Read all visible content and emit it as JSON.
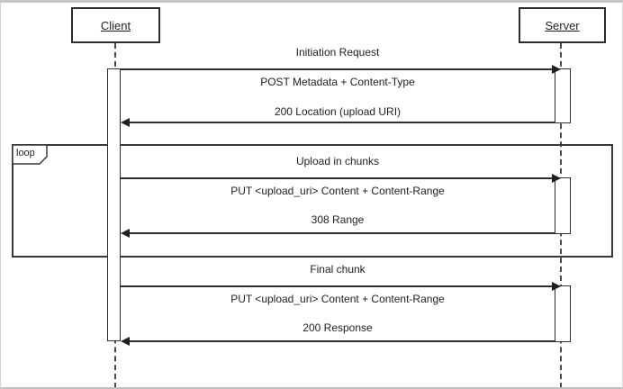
{
  "diagram": {
    "kind": "uml-sequence-diagram",
    "participants": [
      {
        "name": "Client"
      },
      {
        "name": "Server"
      }
    ],
    "loop_frame_label": "loop",
    "sections": [
      {
        "title": "Initiation Request",
        "request": "POST Metadata + Content-Type",
        "response": "200 Location (upload URI)"
      },
      {
        "title": "Upload in chunks",
        "request": "PUT <upload_uri> Content + Content-Range",
        "response": "308 Range"
      },
      {
        "title": "Final chunk",
        "request": "PUT <upload_uri> Content + Content-Range",
        "response": "200 Response"
      }
    ],
    "colors": {
      "line": "#2f2f2f",
      "text": "#1f1f1f",
      "background": "#ffffff",
      "outer_border": "#c6c6c6"
    }
  }
}
